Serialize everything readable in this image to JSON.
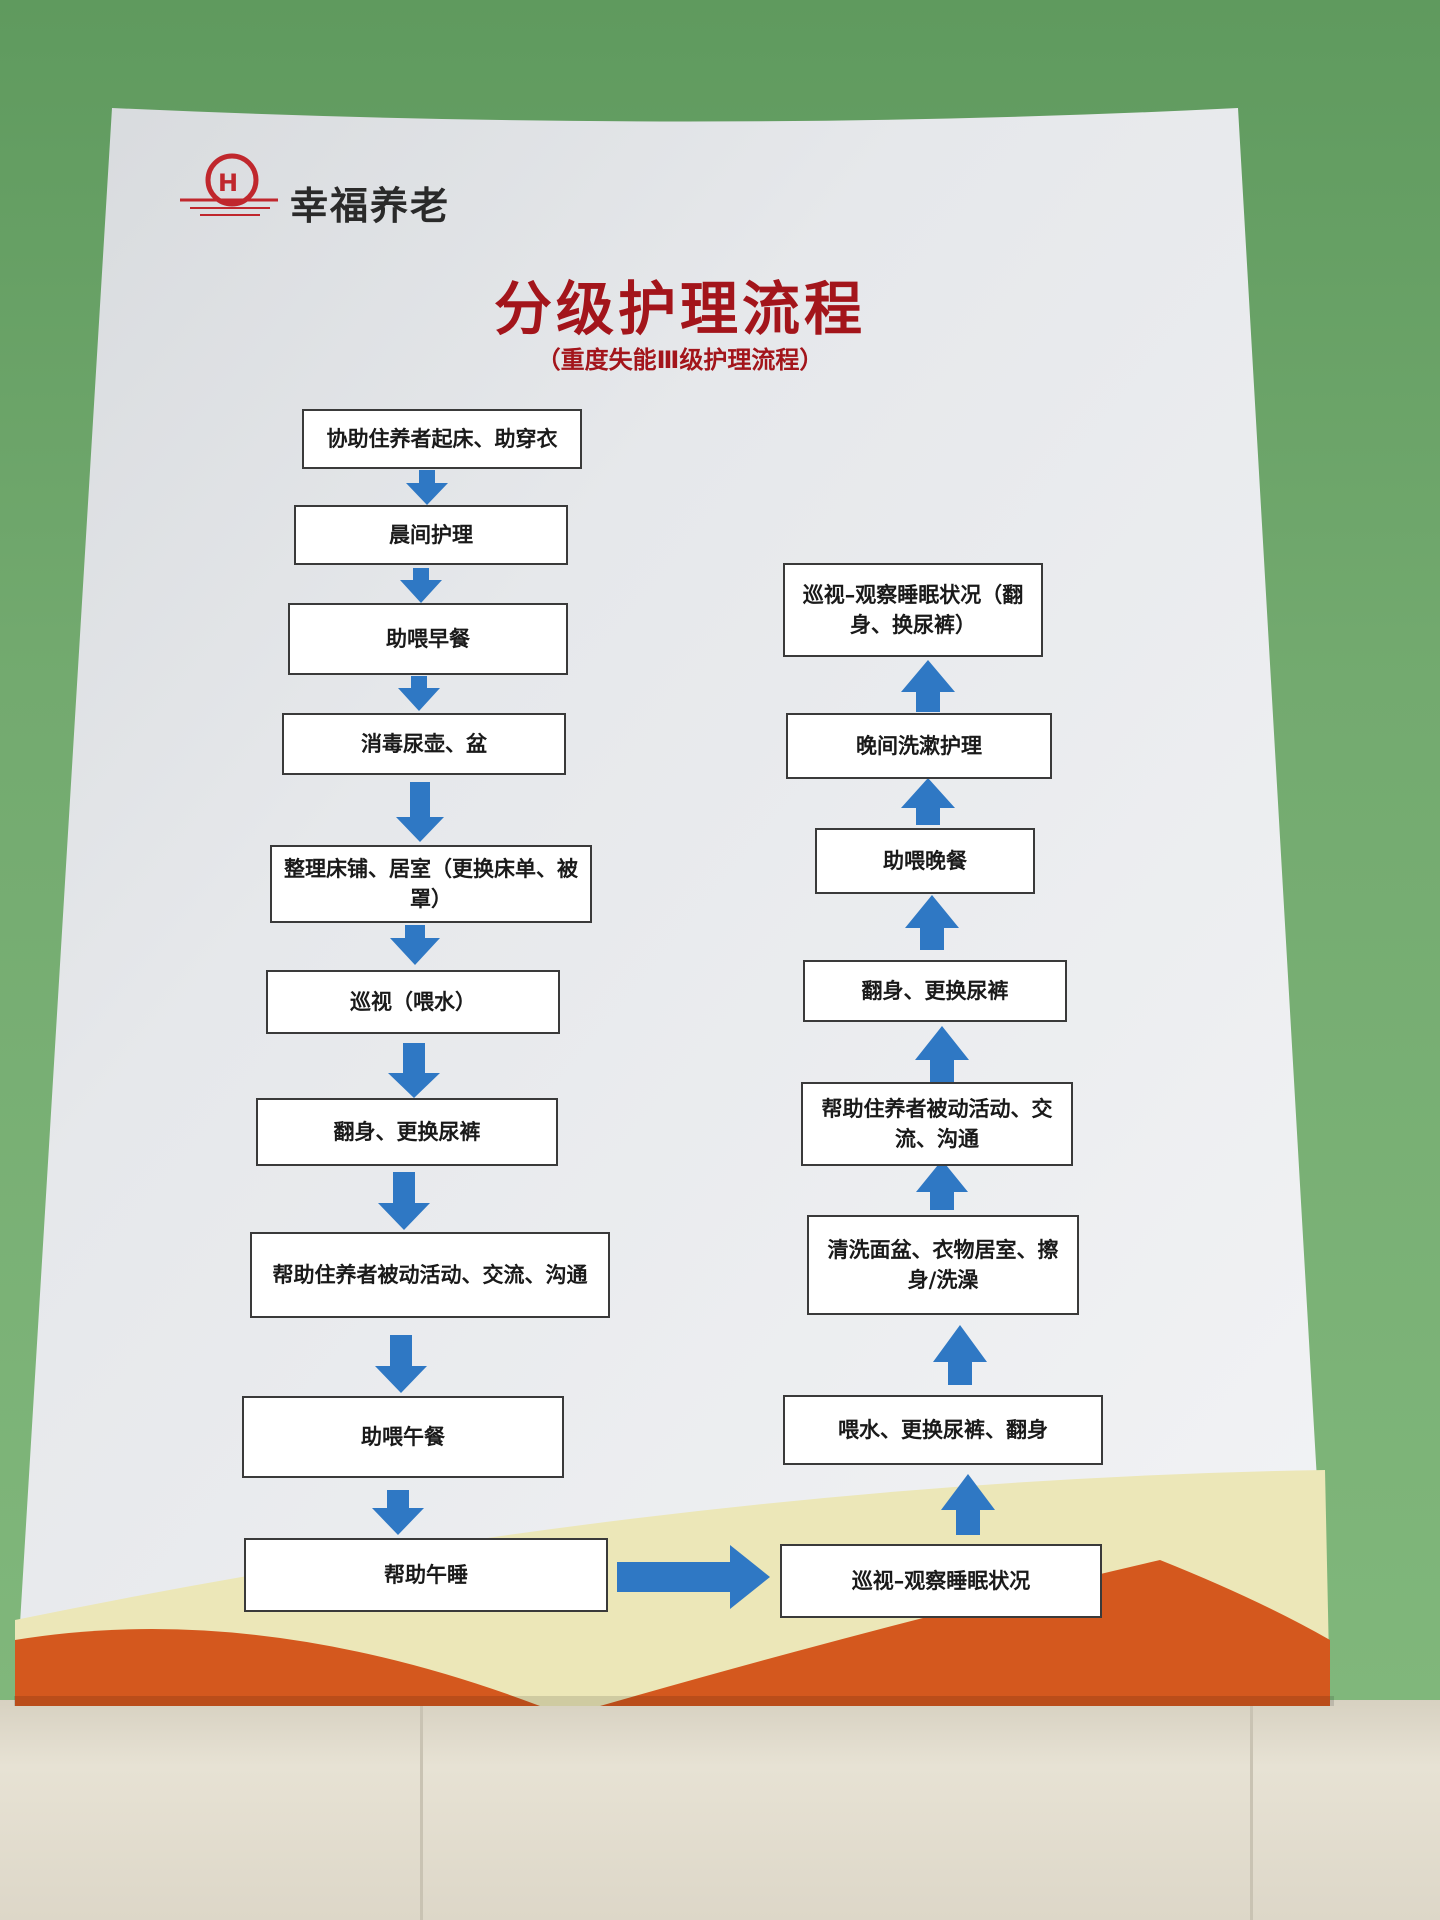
{
  "brand": {
    "name": "幸福养老"
  },
  "header": {
    "title": "分级护理流程",
    "subtitle": "（重度失能Ⅲ级护理流程）"
  },
  "left_column": [
    "协助住养者起床、助穿衣",
    "晨间护理",
    "助喂早餐",
    "消毒尿壶、盆",
    "整理床铺、居室（更换床单、被罩）",
    "巡视（喂水）",
    "翻身、更换尿裤",
    "帮助住养者被动活动、交流、沟通",
    "助喂午餐",
    "帮助午睡"
  ],
  "right_column": [
    "巡视–观察睡眠状况（翻身、换尿裤）",
    "晚间洗漱护理",
    "助喂晚餐",
    "翻身、更换尿裤",
    "帮助住养者被动活动、交流、沟通",
    "清洗面盆、衣物居室、擦身/洗澡",
    "喂水、更换尿裤、翻身",
    "巡视–观察睡眠状况"
  ],
  "colors": {
    "accent_red": "#a3151b",
    "arrow_blue": "#2f78c4",
    "footer_orange": "#d4581e",
    "footer_cream": "#ece7b8"
  }
}
